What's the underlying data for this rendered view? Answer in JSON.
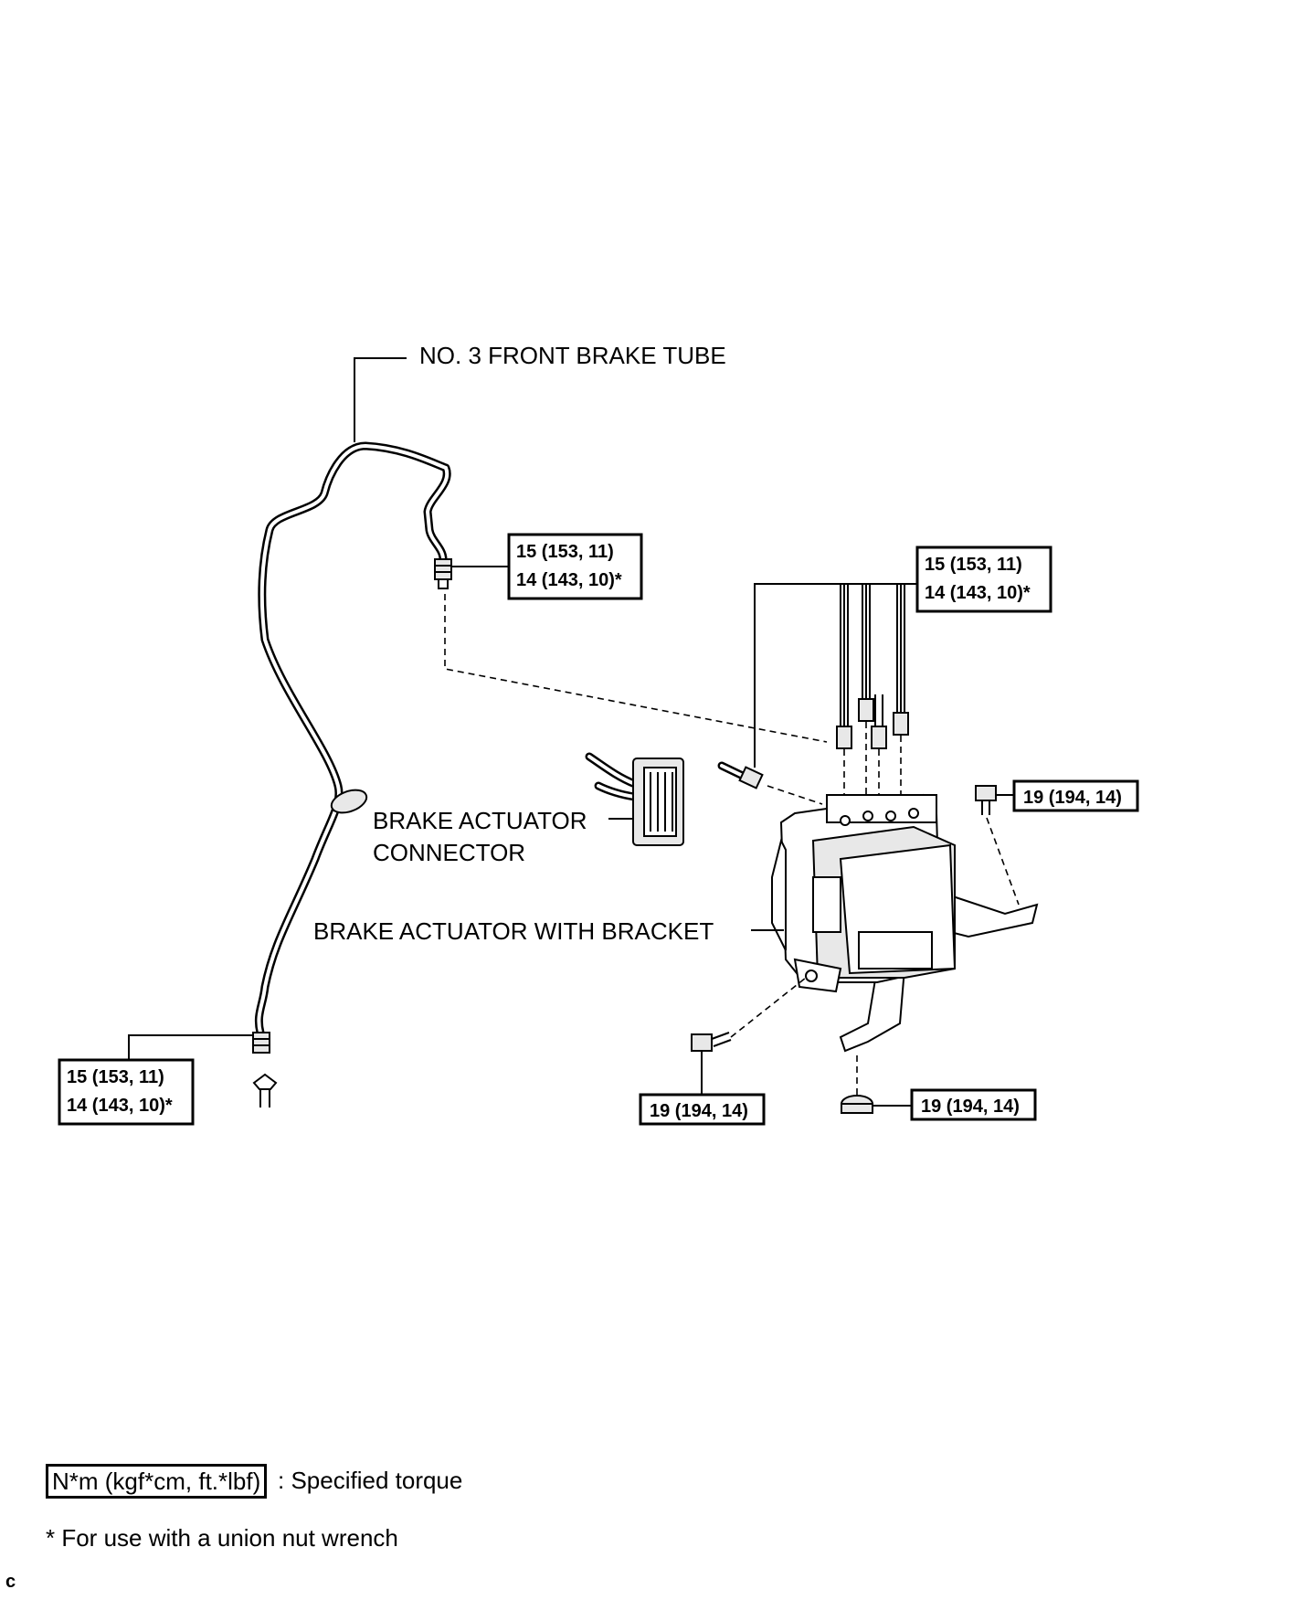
{
  "labels": {
    "tube": "NO. 3 FRONT BRAKE TUBE",
    "connector_line1": "BRAKE ACTUATOR",
    "connector_line2": "CONNECTOR",
    "actuator": "BRAKE ACTUATOR WITH BRACKET"
  },
  "torque": {
    "tube_top": {
      "line1": "15 (153, 11)",
      "line2": "14 (143, 10)*"
    },
    "actuator": {
      "line1": "15 (153, 11)",
      "line2": "14 (143, 10)*"
    },
    "tube_bottom": {
      "line1": "15 (153, 11)",
      "line2": "14 (143, 10)*"
    },
    "bolt_right": "19 (194, 14)",
    "bolt_left": "19 (194, 14)",
    "nut_bottom": "19 (194, 14)"
  },
  "legend": {
    "box": "N*m (kgf*cm, ft.*lbf)",
    "text": ": Specified torque",
    "footnote": "* For use with a union nut wrench"
  },
  "corner_mark": "c"
}
